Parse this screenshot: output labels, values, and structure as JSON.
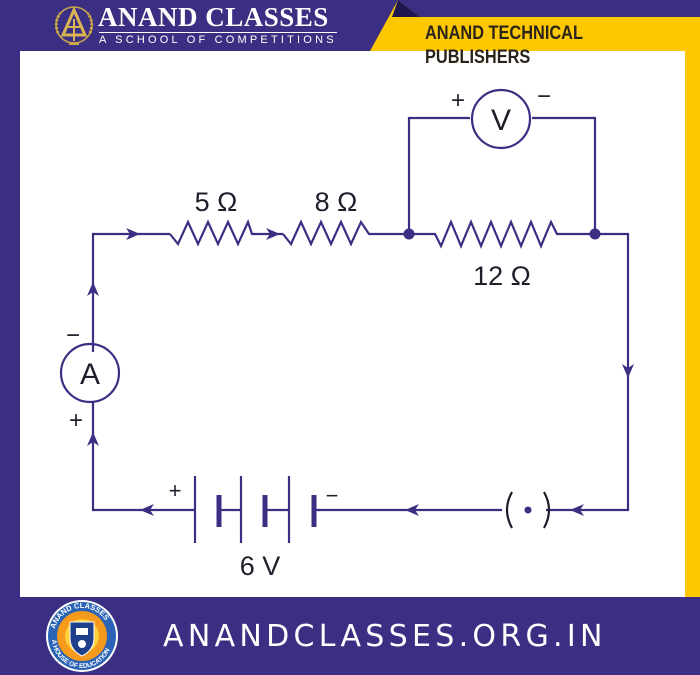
{
  "header": {
    "brand_title": "ANAND CLASSES",
    "brand_subtitle": "A SCHOOL OF COMPETITIONS",
    "publisher": "ANAND TECHNICAL PUBLISHERS",
    "logo_letter": "A"
  },
  "footer": {
    "url": "ANANDCLASSES.ORG.IN",
    "emblem_top_text": "ANAND CLASSES",
    "emblem_bottom_text": "A HOUSE OF EDUCATION"
  },
  "colors": {
    "frame_purple": "#3a2f82",
    "frame_yellow": "#fdc800",
    "wire": "#3a2f82",
    "label_text": "#1e1e2a"
  },
  "circuit": {
    "resistors": [
      {
        "id": "R1",
        "label": "5 Ω",
        "value_ohm": 5
      },
      {
        "id": "R2",
        "label": "8 Ω",
        "value_ohm": 8
      },
      {
        "id": "R3",
        "label": "12 Ω",
        "value_ohm": 12
      }
    ],
    "voltmeter": {
      "symbol": "V",
      "plus": "+",
      "minus": "−"
    },
    "ammeter": {
      "symbol": "A",
      "plus": "+",
      "minus": "−"
    },
    "battery": {
      "label": "6 V",
      "plus": "+",
      "minus": "−",
      "cells": 3
    },
    "key": {
      "symbol": "(•)"
    }
  }
}
